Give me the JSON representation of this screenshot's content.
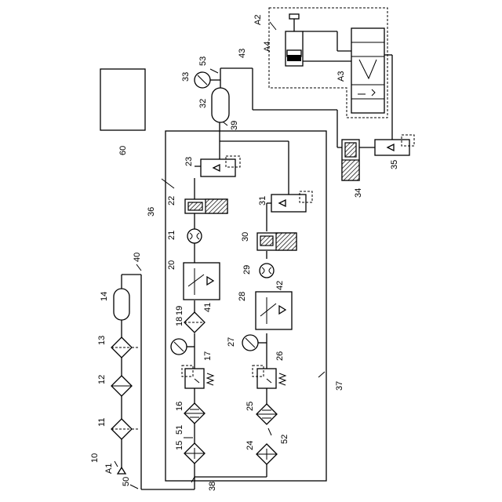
{
  "labels": {
    "a1": "A1",
    "a2": "A2",
    "a3": "A3",
    "a4": "A4",
    "n10": "10",
    "n11": "11",
    "n12": "12",
    "n13": "13",
    "n14": "14",
    "n15": "15",
    "n16": "16",
    "n17": "17",
    "n18": "18",
    "n19": "19",
    "n20": "20",
    "n21": "21",
    "n22": "22",
    "n23": "23",
    "n24": "24",
    "n25": "25",
    "n26": "26",
    "n27": "27",
    "n28": "28",
    "n29": "29",
    "n30": "30",
    "n31": "31",
    "n32": "32",
    "n33": "33",
    "n34": "34",
    "n35": "35",
    "n36": "36",
    "n37": "37",
    "n38": "38",
    "n39": "39",
    "n40": "40",
    "n41": "41",
    "n42": "42",
    "n43": "43",
    "n50": "50",
    "n51": "51",
    "n52": "52",
    "n53": "53",
    "n60": "60"
  }
}
